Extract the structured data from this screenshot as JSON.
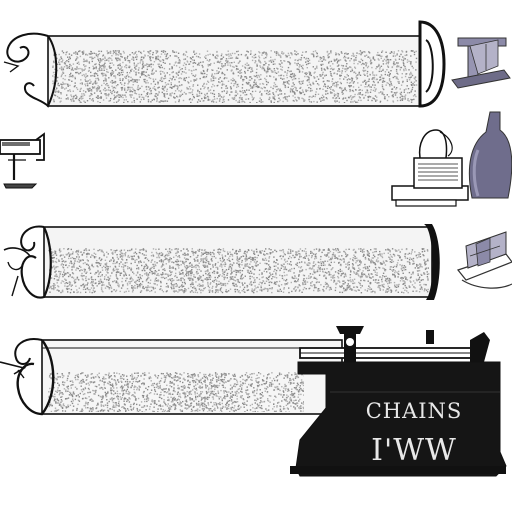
{
  "colors": {
    "ink": "#111111",
    "paper": "#ffffff",
    "stipple": "#9a9a9a",
    "steel": "#8c8aa8",
    "steel_dark": "#4a4860",
    "sign_bg": "#151515",
    "sign_text": "#e8e8e8"
  },
  "objects": {
    "rollers": [
      {
        "name": "roller-1",
        "icon": "scroll-roller"
      },
      {
        "name": "roller-2",
        "icon": "scroll-roller"
      },
      {
        "name": "roller-3",
        "icon": "scroll-roller"
      }
    ],
    "side_items": [
      "c-clamp-icon",
      "i-beam-bracket-icon",
      "bench-vise-icon",
      "jar-and-machine-icon",
      "angle-iron-icon",
      "press-machine-icon"
    ]
  },
  "sign": {
    "line1": "CHAINS",
    "line2": "I'WW"
  }
}
